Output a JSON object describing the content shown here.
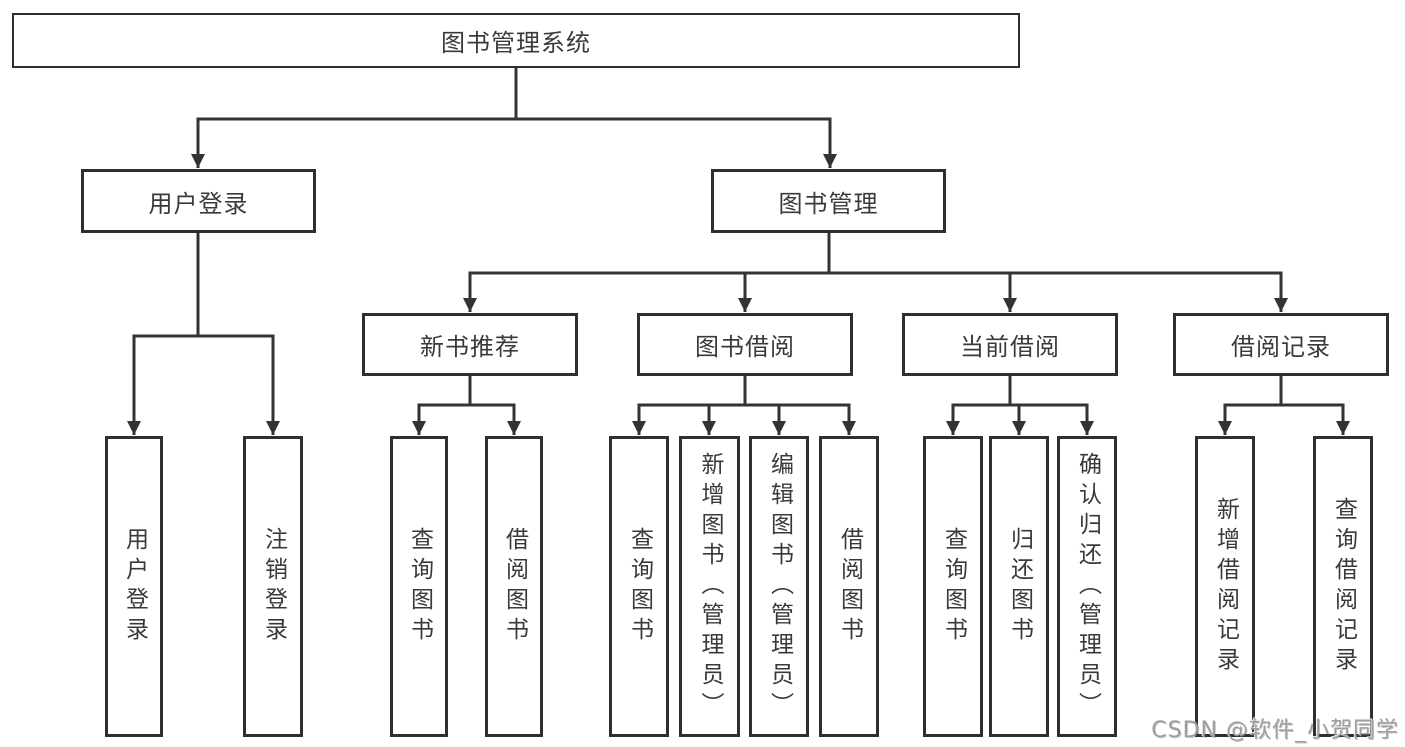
{
  "nodes": {
    "root": {
      "label": "图书管理系统"
    },
    "user_login": {
      "label": "用户登录"
    },
    "book_management": {
      "label": "图书管理"
    },
    "new_book_recommend": {
      "label": "新书推荐"
    },
    "book_borrowing": {
      "label": "图书借阅"
    },
    "current_borrowing": {
      "label": "当前借阅"
    },
    "borrowing_records": {
      "label": "借阅记录"
    },
    "leaf_user_login": {
      "label": "用户登录"
    },
    "leaf_logout": {
      "label": "注销登录"
    },
    "leaf_query_books_recommend": {
      "label": "查询图书"
    },
    "leaf_borrow_books_recommend": {
      "label": "借阅图书"
    },
    "leaf_query_books_borrowing": {
      "label": "查询图书"
    },
    "leaf_add_books_admin": {
      "label": "新增图书（管理员）"
    },
    "leaf_edit_books_admin": {
      "label": "编辑图书（管理员）"
    },
    "leaf_borrow_books_borrowing": {
      "label": "借阅图书"
    },
    "leaf_query_books_current": {
      "label": "查询图书"
    },
    "leaf_return_books": {
      "label": "归还图书"
    },
    "leaf_confirm_return_admin": {
      "label": "确认归还（管理员）"
    },
    "leaf_add_borrow_record": {
      "label": "新增借阅记录"
    },
    "leaf_query_borrow_record": {
      "label": "查询借阅记录"
    }
  },
  "hierarchy": {
    "图书管理系统": {
      "用户登录": [
        "用户登录",
        "注销登录"
      ],
      "图书管理": {
        "新书推荐": [
          "查询图书",
          "借阅图书"
        ],
        "图书借阅": [
          "查询图书",
          "新增图书（管理员）",
          "编辑图书（管理员）",
          "借阅图书"
        ],
        "当前借阅": [
          "查询图书",
          "归还图书",
          "确认归还（管理员）"
        ],
        "借阅记录": [
          "新增借阅记录",
          "查询借阅记录"
        ]
      }
    }
  },
  "watermark": {
    "text": "CSDN @软件_小贺同学"
  },
  "colors": {
    "line": "#333333",
    "box_border": "#2f2f2f",
    "text": "#3a3a3a",
    "background": "#ffffff",
    "watermark": "#9e9e9e"
  }
}
